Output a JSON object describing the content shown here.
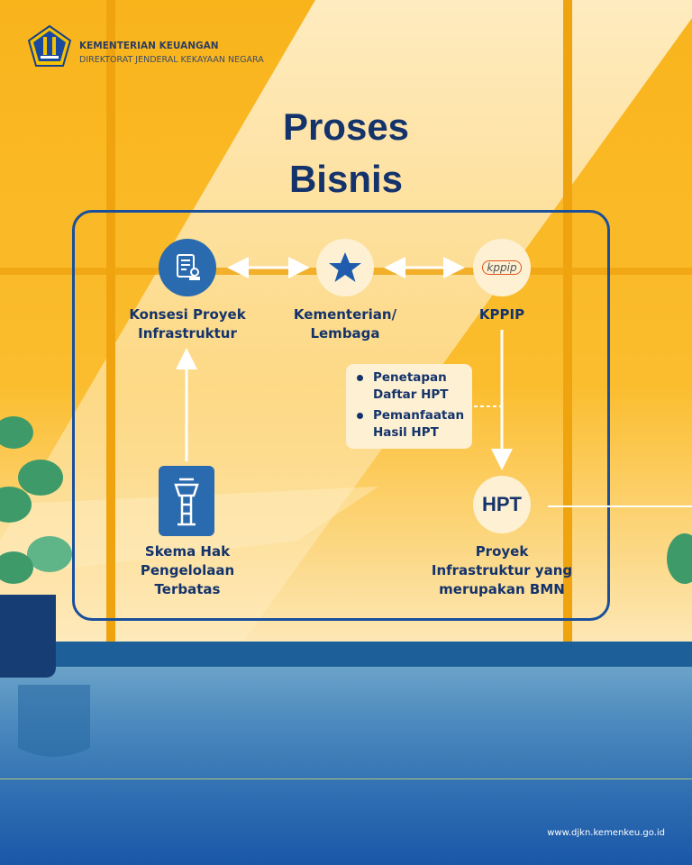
{
  "header": {
    "org_name": "KEMENTERIAN KEUANGAN",
    "org_sub": "DIREKTORAT JENDERAL KEKAYAAN NEGARA"
  },
  "title": {
    "line1": "Proses",
    "line2": "Bisnis"
  },
  "nodes": {
    "konsesi": {
      "label1": "Konsesi Proyek",
      "label2": "Infrastruktur",
      "icon": "document-stamp-icon"
    },
    "kl": {
      "label1": "Kementerian/",
      "label2": "Lembaga",
      "icon": "star-icon"
    },
    "kppip": {
      "label": "KPPIP",
      "logo_text": "kppip"
    },
    "skema": {
      "label1": "Skema Hak",
      "label2": "Pengelolaan",
      "label3": "Terbatas",
      "icon": "control-tower-icon"
    },
    "hpt": {
      "badge": "HPT",
      "label1": "Proyek",
      "label2": "Infrastruktur yang",
      "label3": "merupakan BMN"
    }
  },
  "note": {
    "items": [
      "Penetapan Daftar HPT",
      "Pemanfaatan Hasil HPT"
    ]
  },
  "footer": {
    "url": "www.djkn.kemenkeu.go.id"
  },
  "colors": {
    "navy": "#14336b",
    "blue": "#1a4f9c",
    "yellow": "#f9b41c"
  }
}
